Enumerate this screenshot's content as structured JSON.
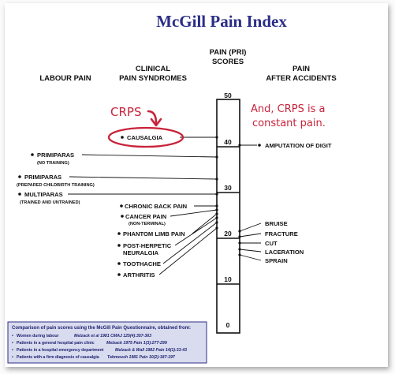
{
  "title": "McGill Pain Index",
  "columns": {
    "labour": "LABOUR PAIN",
    "clinical_line1": "CLINICAL",
    "clinical_line2": "PAIN SYNDROMES",
    "scores_line1": "PAIN (PRI)",
    "scores_line2": "SCORES",
    "accidents_line1": "PAIN",
    "accidents_line2": "AFTER ACCIDENTS"
  },
  "scale_ticks": [
    "50",
    "40",
    "30",
    "20",
    "10",
    "0"
  ],
  "annotation": {
    "crps": "CRPS",
    "note_line1": "And, CRPS is a",
    "note_line2": "constant pain.",
    "color": "#c8233a"
  },
  "labour_items": [
    {
      "label": "PRIMIPARAS",
      "sub": "(NO TRAINING)"
    },
    {
      "label": "PRIMIPARAS",
      "sub": "(PREPARED CHILDBIRTH TRAINING)"
    },
    {
      "label": "MULTIPARAS",
      "sub": "(TRAINED AND UNTRAINED)"
    }
  ],
  "clinical_items": [
    {
      "label": "CAUSALGIA"
    },
    {
      "label": "CHRONIC BACK PAIN"
    },
    {
      "label": "CANCER PAIN",
      "sub": "(NON-TERMINAL)"
    },
    {
      "label": "PHANTOM LIMB PAIN"
    },
    {
      "label": "POST-HERPETIC",
      "label2": "NEURALGIA"
    },
    {
      "label": "TOOTHACHE"
    },
    {
      "label": "ARTHRITIS"
    }
  ],
  "accident_items": [
    {
      "label": "AMPUTATION OF DIGIT"
    },
    {
      "label": "BRUISE"
    },
    {
      "label": "FRACTURE"
    },
    {
      "label": "CUT"
    },
    {
      "label": "LACERATION"
    },
    {
      "label": "SPRAIN"
    }
  ],
  "reference_box": {
    "title": "Comparison of pain scores using the McGill Pain Questionnaire, obtained from:",
    "items": [
      {
        "text": "Women during labour",
        "cite": "Melzack et al 1981 CMAJ 125(4):357-363"
      },
      {
        "text": "Patients in a general hospital pain clinic",
        "cite": "Melzack 1975 Pain 1(3):277-299"
      },
      {
        "text": "Patients in a hospital emergency department",
        "cite": "Melzack & Wall 1982 Pain 14(1):33-43"
      },
      {
        "text": "Patients with a firm diagnosis of causalgia",
        "cite": "Tahmoush 1981 Pain 10(2):187-197"
      }
    ],
    "background": "#d9dcef",
    "border": "#2b2e86"
  },
  "colors": {
    "title": "#2b2e86",
    "lines": "#111111"
  }
}
